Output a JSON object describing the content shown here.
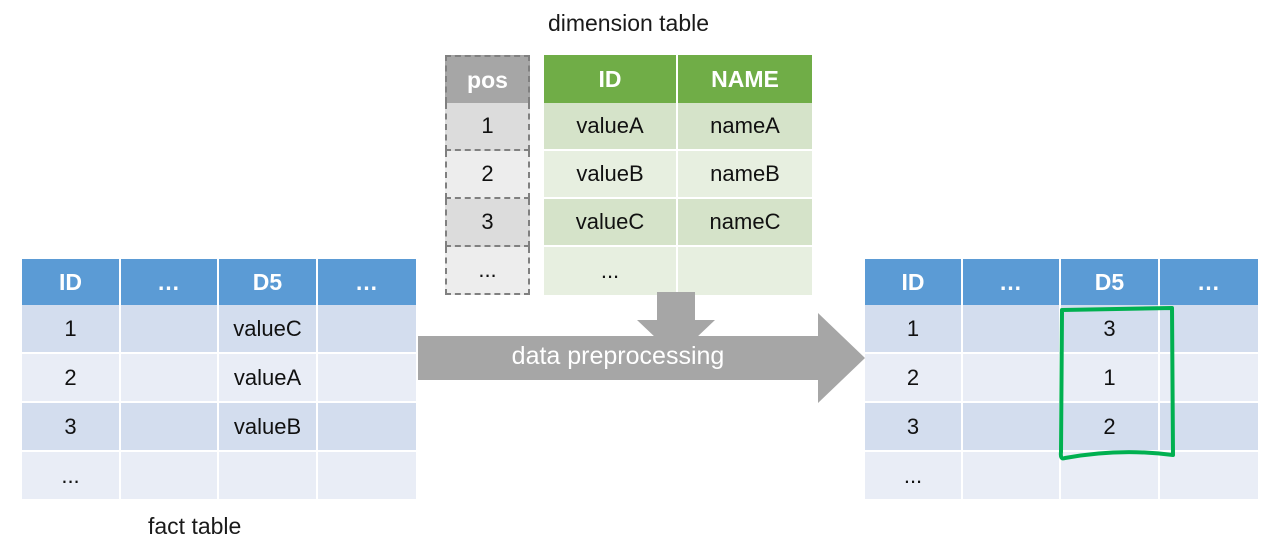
{
  "colors": {
    "fact_header": "#5b9bd5",
    "fact_row_odd": "#d3ddee",
    "fact_row_even": "#e9edf6",
    "dim_header": "#70ad47",
    "dim_row_odd": "#d5e3c9",
    "dim_row_even": "#e7efe0",
    "pos_header": "#a6a6a6",
    "pos_row_odd": "#dcdcdc",
    "pos_row_even": "#ededed",
    "arrow": "#a6a6a6",
    "highlight": "#00b050"
  },
  "dimension_table": {
    "title": "dimension table",
    "pos_header": "pos",
    "pos_values": [
      "1",
      "2",
      "3",
      "..."
    ],
    "headers": [
      "ID",
      "NAME"
    ],
    "rows": [
      [
        "valueA",
        "nameA"
      ],
      [
        "valueB",
        "nameB"
      ],
      [
        "valueC",
        "nameC"
      ],
      [
        "...",
        ""
      ]
    ]
  },
  "fact_table": {
    "caption": "fact table",
    "headers": [
      "ID",
      "…",
      "D5",
      "…"
    ],
    "rows": [
      [
        "1",
        "",
        "valueC",
        ""
      ],
      [
        "2",
        "",
        "valueA",
        ""
      ],
      [
        "3",
        "",
        "valueB",
        ""
      ],
      [
        "...",
        "",
        "",
        ""
      ]
    ]
  },
  "result_table": {
    "headers": [
      "ID",
      "…",
      "D5",
      "…"
    ],
    "rows": [
      [
        "1",
        "",
        "3",
        ""
      ],
      [
        "2",
        "",
        "1",
        ""
      ],
      [
        "3",
        "",
        "2",
        ""
      ],
      [
        "...",
        "",
        "",
        ""
      ]
    ]
  },
  "process_arrow": {
    "label": "data preprocessing"
  }
}
